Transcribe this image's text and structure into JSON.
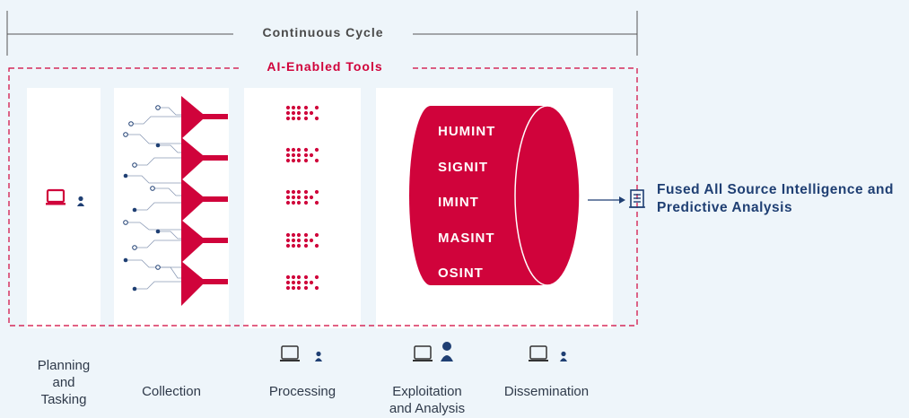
{
  "cycle": {
    "title": "Continuous Cycle"
  },
  "ai_tools": {
    "title": "AI-Enabled Tools"
  },
  "stages": [
    {
      "label": "Planning\nand\nTasking"
    },
    {
      "label": "Collection"
    },
    {
      "label": "Processing"
    },
    {
      "label": "Exploitation\nand Analysis"
    },
    {
      "label": "Dissemination"
    }
  ],
  "intelligence_sources": [
    "HUMINT",
    "SIGNIT",
    "IMINT",
    "MASINT",
    "OSINT"
  ],
  "output": {
    "label": "Fused All Source Intelligence and Predictive Analysis"
  },
  "icons": {
    "laptop": "laptop-icon",
    "person": "person-icon",
    "funnel": "funnel-icon",
    "processing_dots": "dot-grid-icon",
    "database": "database-cylinder-icon",
    "arrow": "arrow-right-icon",
    "document": "document-icon"
  },
  "colors": {
    "accent": "#d0033b",
    "navy": "#1f3f73",
    "background": "#eef5fa",
    "panel": "#ffffff"
  }
}
